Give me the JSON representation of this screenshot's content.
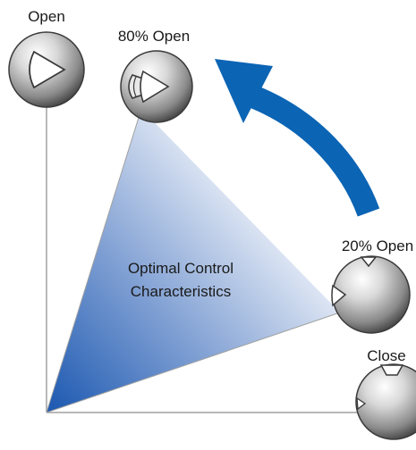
{
  "labels": {
    "open": "Open",
    "open_80": "80% Open",
    "open_20": "20% Open",
    "close": "Close"
  },
  "region_label": {
    "line1": "Optimal Control",
    "line2": "Characteristics"
  },
  "colors": {
    "arrow": "#0b64b4",
    "region_start": "#1a57b0",
    "region_end": "#ffffff",
    "axis": "#a0a0a0",
    "ball_edge": "#3a3a3a"
  }
}
